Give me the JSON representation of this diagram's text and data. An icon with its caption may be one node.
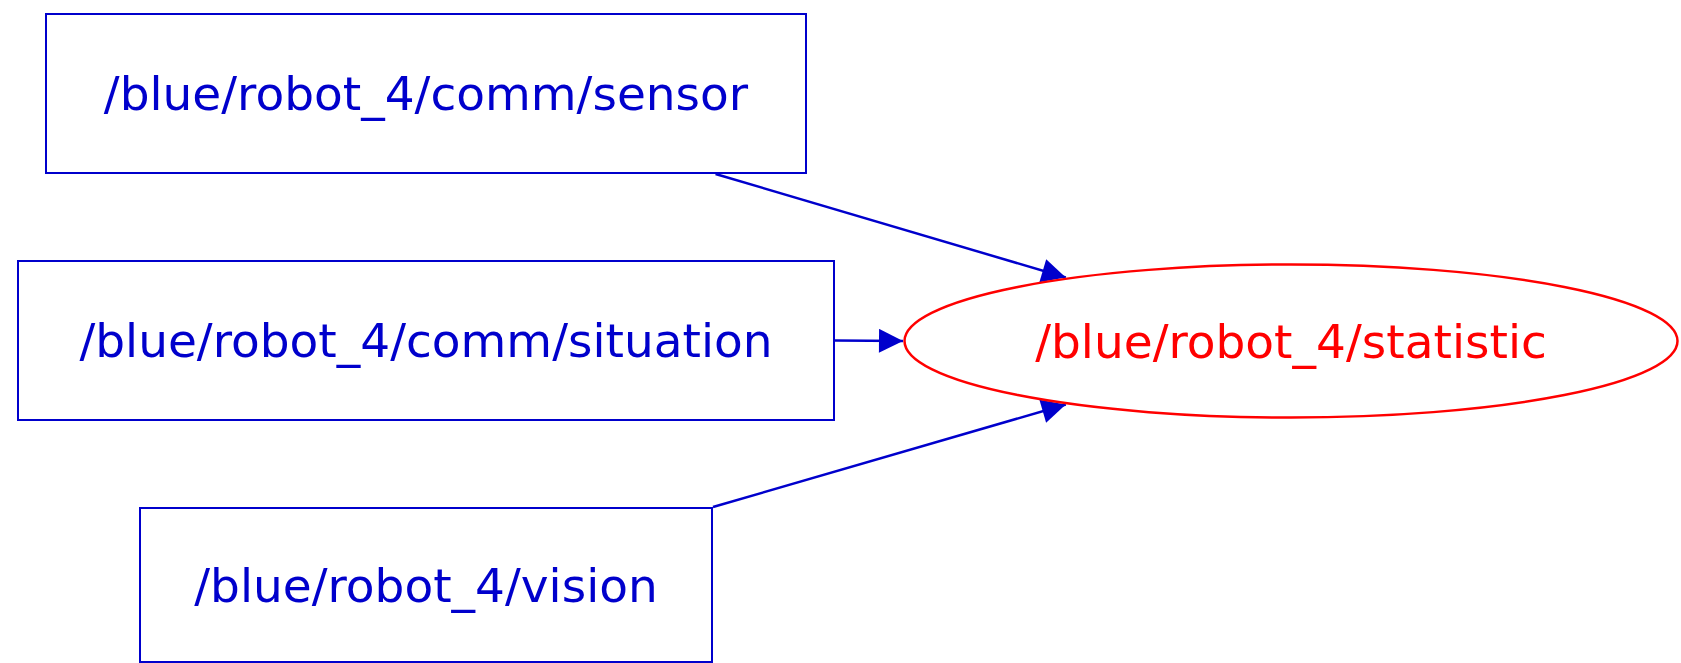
{
  "diagram": {
    "nodes": [
      {
        "text": [
          "/blue/robot_4/comm/sensor"
        ]
      },
      {
        "text": [
          "/blue/robot_4/comm/situation"
        ]
      },
      {
        "text": [
          "/blue/robot_4/vision"
        ]
      },
      {
        "text": [
          "/blue/robot_4/statistic"
        ]
      }
    ],
    "edges": [
      {
        "from": 0,
        "to": 3,
        "arrow": "to"
      },
      {
        "from": 1,
        "to": 3,
        "arrow": "to"
      },
      {
        "from": 2,
        "to": 3,
        "arrow": "to"
      }
    ]
  }
}
